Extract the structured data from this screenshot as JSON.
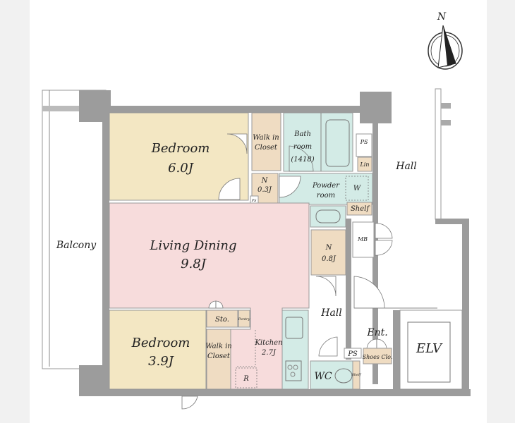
{
  "compass": {
    "label": "N"
  },
  "rooms": {
    "bedroom1": {
      "name": "Bedroom",
      "size": "6.0J"
    },
    "walk_in_closet1": {
      "line1": "Walk in",
      "line2": "Closet"
    },
    "bathroom": {
      "line1": "Bath",
      "line2": "room",
      "line3": "(1418)"
    },
    "ps_top": "PS",
    "linen": "Lin",
    "n_small": {
      "name": "N",
      "size": "0.3J"
    },
    "ps_tiny": "PS",
    "powder_room": {
      "line1": "Powder",
      "line2": "room"
    },
    "washer": "W",
    "shelf_powder": "Shelf",
    "hall_top": "Hall",
    "mb": "MB",
    "balcony": "Balcony",
    "living_dining": {
      "name": "Living Dining",
      "size": "9.8J"
    },
    "n_mid": {
      "name": "N",
      "size": "0.8J"
    },
    "hall_lower": "Hall",
    "entrance": "Ent.",
    "storage": "Sto.",
    "pantry": "Pantry",
    "kitchen": {
      "name": "Kitchen",
      "size": "2.7J"
    },
    "bedroom2": {
      "name": "Bedroom",
      "size": "3.9J"
    },
    "walk_in_closet2": {
      "line1": "Walk in",
      "line2": "Closet"
    },
    "refrigerator": "R",
    "wc": "WC",
    "shelf_wc": "Shelf",
    "ps_entrance": "PS",
    "shoes_closet": "Shoes Clo.",
    "elevator": "ELV"
  },
  "colors": {
    "bedroom": "#f3e7c3",
    "living": "#f7dcdc",
    "storage": "#efdcc2",
    "wet": "#d3ebe6",
    "wall": "#9c9c9c"
  }
}
